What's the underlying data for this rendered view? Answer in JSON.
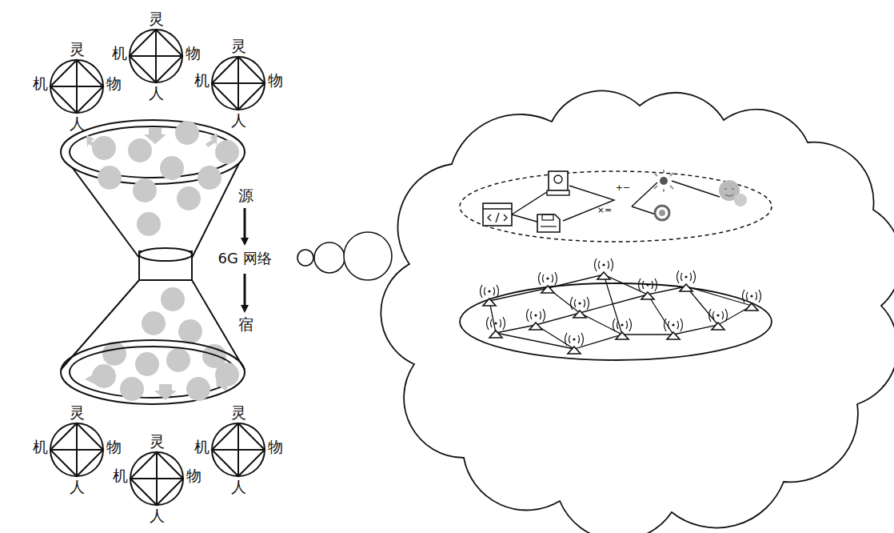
{
  "diagram": {
    "nodes": [
      {
        "text": [
          "灵",
          "机",
          "物",
          "人"
        ]
      },
      {
        "text": [
          "灵",
          "机",
          "物",
          "人"
        ]
      },
      {
        "text": [
          "灵",
          "机",
          "物",
          "人"
        ]
      },
      {
        "text": [
          "灵",
          "机",
          "物",
          "人"
        ]
      },
      {
        "text": [
          "灵",
          "机",
          "物",
          "人"
        ]
      },
      {
        "text": [
          "灵",
          "机",
          "物",
          "人"
        ]
      }
    ],
    "labels": [
      "源",
      "6G 网络",
      "宿",
      "+−",
      "×="
    ]
  }
}
